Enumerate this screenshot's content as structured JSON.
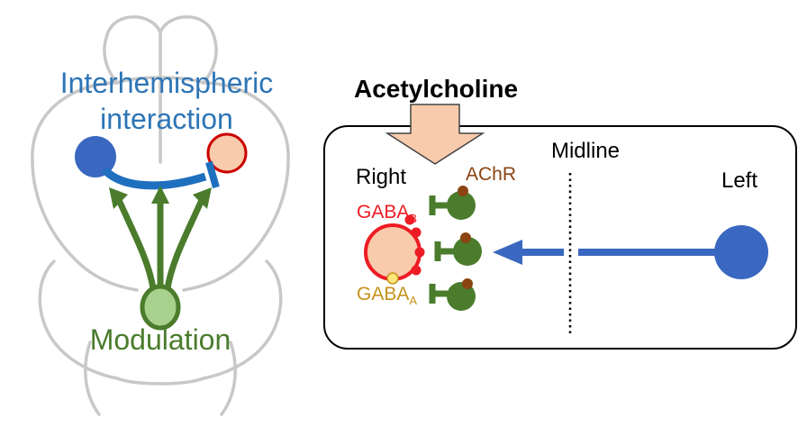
{
  "left_panel": {
    "title_line1": "Interhemispheric",
    "title_line2": "interaction",
    "modulation_label": "Modulation"
  },
  "right_panel": {
    "acetylcholine_label": "Acetylcholine",
    "midline_label": "Midline",
    "right_label": "Right",
    "left_label": "Left",
    "achr_label": "AChR",
    "gabab_main": "GABA",
    "gabab_sub": "B",
    "gabaa_main": "GABA",
    "gabaa_sub": "A"
  },
  "colors": {
    "blue": "#3a67c0",
    "blue_text": "#2e75b6",
    "green": "#4a7c2c",
    "light_green": "#a9d18e",
    "red": "#ee1c24",
    "pink": "#f8cbad",
    "gold": "#c5921b",
    "brown": "#8b4513",
    "brain_outline": "#c8c8c8"
  }
}
